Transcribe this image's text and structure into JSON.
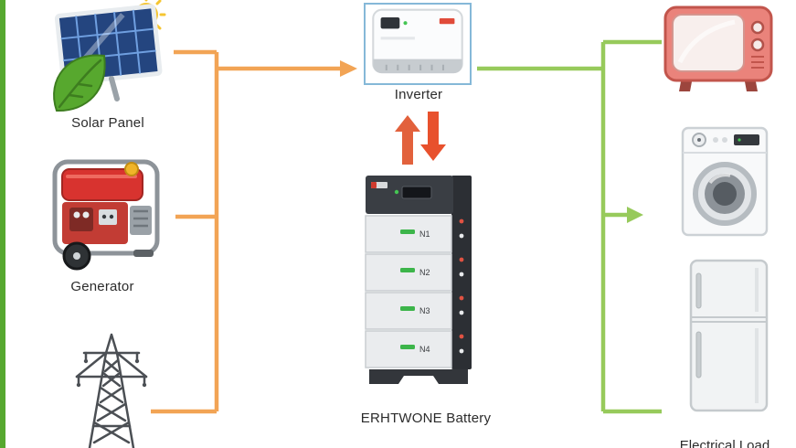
{
  "labels": {
    "solar_panel": "Solar Panel",
    "generator": "Generator",
    "inverter": "Inverter",
    "battery": "ERHTWONE Battery",
    "appliances_cut": "Electrical Load"
  },
  "battery": {
    "modules": [
      "N1",
      "N2",
      "N3",
      "N4"
    ]
  },
  "colors": {
    "background": "#ffffff",
    "left_strip": "#56a82f",
    "source_line": "#f2a455",
    "load_line": "#97ca5b",
    "charge_arrow": "#e2613c",
    "discharge_arrow": "#e8512d",
    "inverter_frame": "#85b8d8"
  },
  "images": {
    "sources": [
      "solar-panel",
      "generator",
      "transmission-tower"
    ],
    "center": [
      "inverter-unit",
      "battery-tower"
    ],
    "loads": [
      "television",
      "washing-machine",
      "refrigerator"
    ]
  }
}
